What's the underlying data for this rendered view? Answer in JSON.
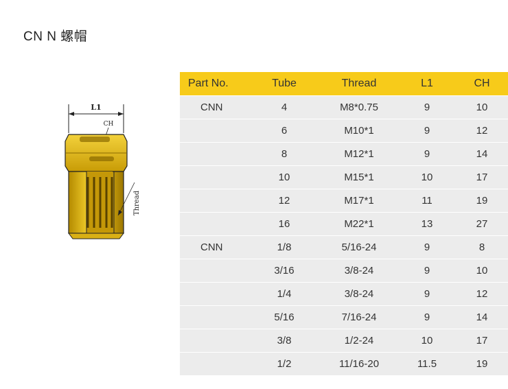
{
  "title": "CN N 螺帽",
  "drawing": {
    "dimension_label": "L1",
    "hex_label": "CH",
    "thread_label": "Thread",
    "colors": {
      "brass_light": "#f0cc2a",
      "brass_dark": "#b48a00",
      "outline": "#222222"
    }
  },
  "table": {
    "header_color": "#f7cb1a",
    "row_color": "#ececec",
    "headers": [
      "Part No.",
      "Tube",
      "Thread",
      "L1",
      "CH"
    ],
    "rows": [
      [
        "CNN",
        "4",
        "M8*0.75",
        "9",
        "10"
      ],
      [
        "",
        "6",
        "M10*1",
        "9",
        "12"
      ],
      [
        "",
        "8",
        "M12*1",
        "9",
        "14"
      ],
      [
        "",
        "10",
        "M15*1",
        "10",
        "17"
      ],
      [
        "",
        "12",
        "M17*1",
        "11",
        "19"
      ],
      [
        "",
        "16",
        "M22*1",
        "13",
        "27"
      ],
      [
        "CNN",
        "1/8",
        "5/16-24",
        "9",
        "8"
      ],
      [
        "",
        "3/16",
        "3/8-24",
        "9",
        "10"
      ],
      [
        "",
        "1/4",
        "3/8-24",
        "9",
        "12"
      ],
      [
        "",
        "5/16",
        "7/16-24",
        "9",
        "14"
      ],
      [
        "",
        "3/8",
        "1/2-24",
        "10",
        "17"
      ],
      [
        "",
        "1/2",
        "11/16-20",
        "11.5",
        "19"
      ]
    ]
  }
}
